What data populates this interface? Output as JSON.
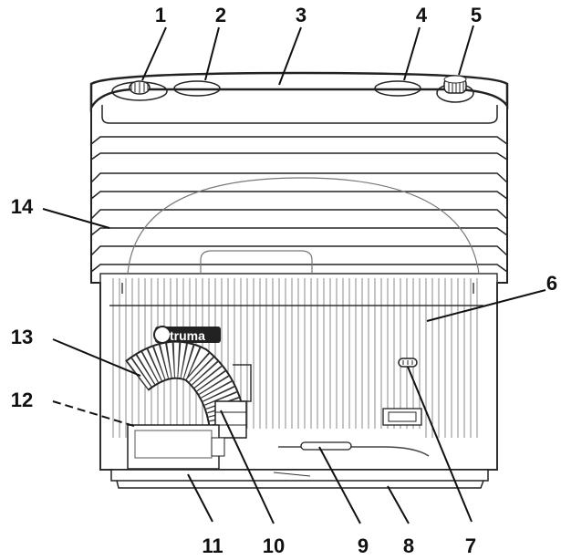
{
  "diagram": {
    "brand_logo": "truma",
    "callouts": [
      {
        "id": "c1",
        "label": "1"
      },
      {
        "id": "c2",
        "label": "2"
      },
      {
        "id": "c3",
        "label": "3"
      },
      {
        "id": "c4",
        "label": "4"
      },
      {
        "id": "c5",
        "label": "5"
      },
      {
        "id": "c6",
        "label": "6"
      },
      {
        "id": "c7",
        "label": "7"
      },
      {
        "id": "c8",
        "label": "8"
      },
      {
        "id": "c9",
        "label": "9"
      },
      {
        "id": "c10",
        "label": "10"
      },
      {
        "id": "c11",
        "label": "11"
      },
      {
        "id": "c12",
        "label": "12"
      },
      {
        "id": "c13",
        "label": "13"
      },
      {
        "id": "c14",
        "label": "14"
      }
    ]
  }
}
